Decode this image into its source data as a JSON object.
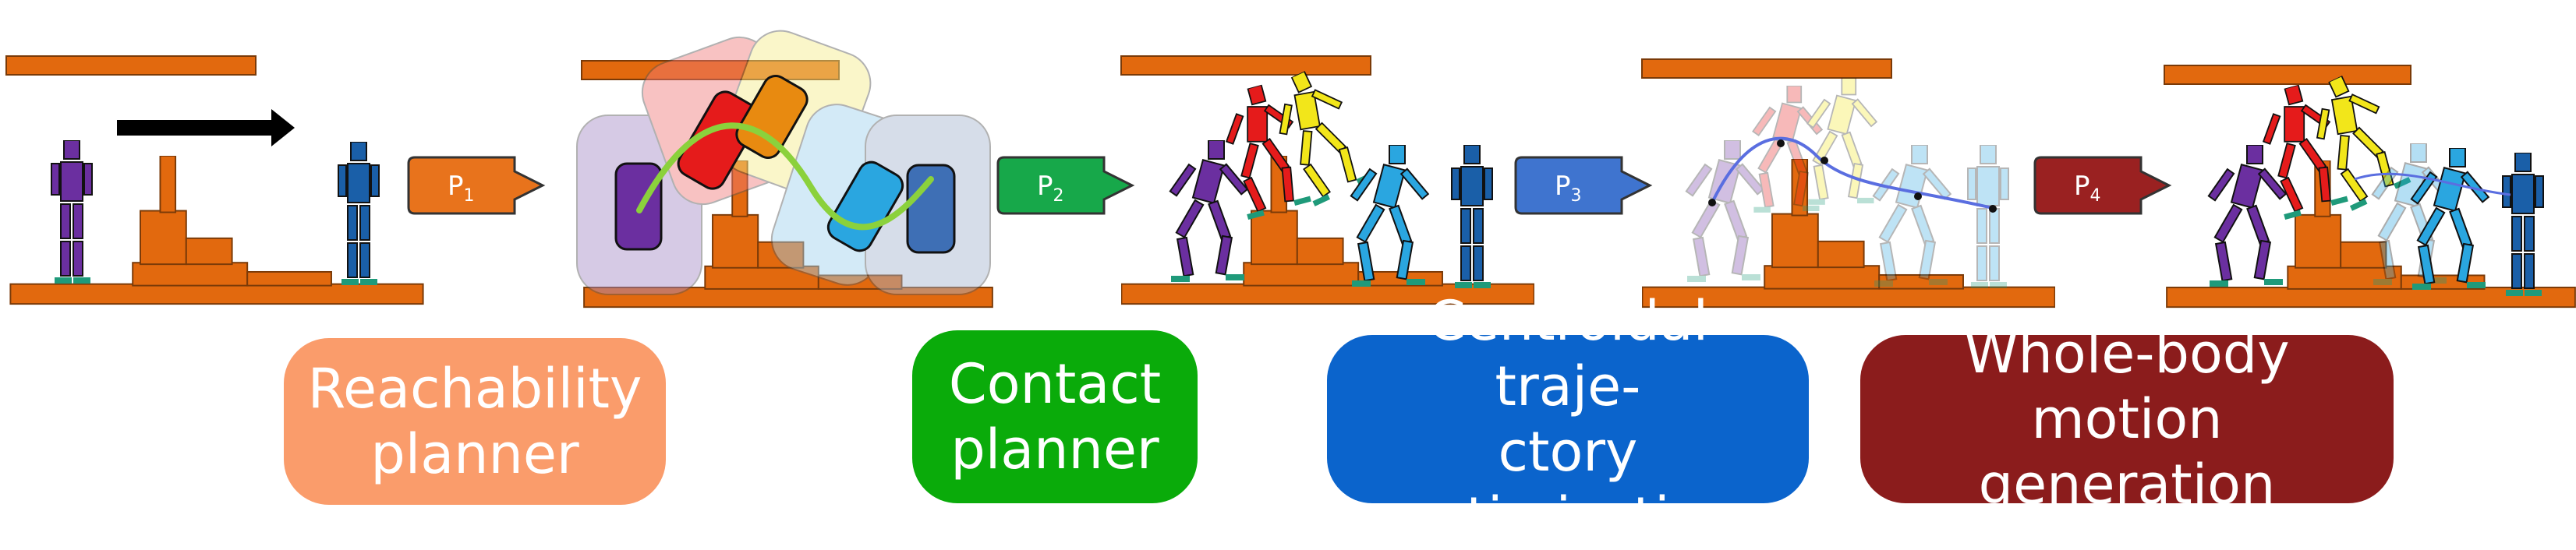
{
  "stages": [
    {
      "id": "p1",
      "arrow_main": "P",
      "arrow_sub": "1",
      "label_lines": [
        "Reachability",
        "planner"
      ],
      "color": "#fa9c6b",
      "arrow_color": "#e8731c"
    },
    {
      "id": "p2",
      "arrow_main": "P",
      "arrow_sub": "2",
      "label_lines": [
        "Contact",
        "planner"
      ],
      "color": "#0aab0a",
      "arrow_color": "#17a84a"
    },
    {
      "id": "p3",
      "arrow_main": "P",
      "arrow_sub": "3",
      "label_lines": [
        "Centroidal traje-",
        "ctory optimization"
      ],
      "color": "#0b64cc",
      "arrow_color": "#3f74cf"
    },
    {
      "id": "p4",
      "arrow_main": "P",
      "arrow_sub": "4",
      "label_lines": [
        "Whole-body",
        "motion generation"
      ],
      "color": "#8b1c1c",
      "arrow_color": "#9a2121"
    }
  ],
  "colors": {
    "terrain": "#e2690e",
    "terrain_edge": "#7a3a08",
    "robot_purple": "#6b2fa0",
    "robot_red": "#e51b1b",
    "robot_yellow": "#f2e61a",
    "robot_blue_light": "#2aa6e0",
    "robot_blue_dark": "#1a5fa8",
    "foot": "#1f9a7a",
    "arrow_black": "#000000"
  },
  "icons": [
    "direction-arrow-icon",
    "robot-figure-icon",
    "reachability-cylinder-icon",
    "trajectory-curve-icon"
  ]
}
